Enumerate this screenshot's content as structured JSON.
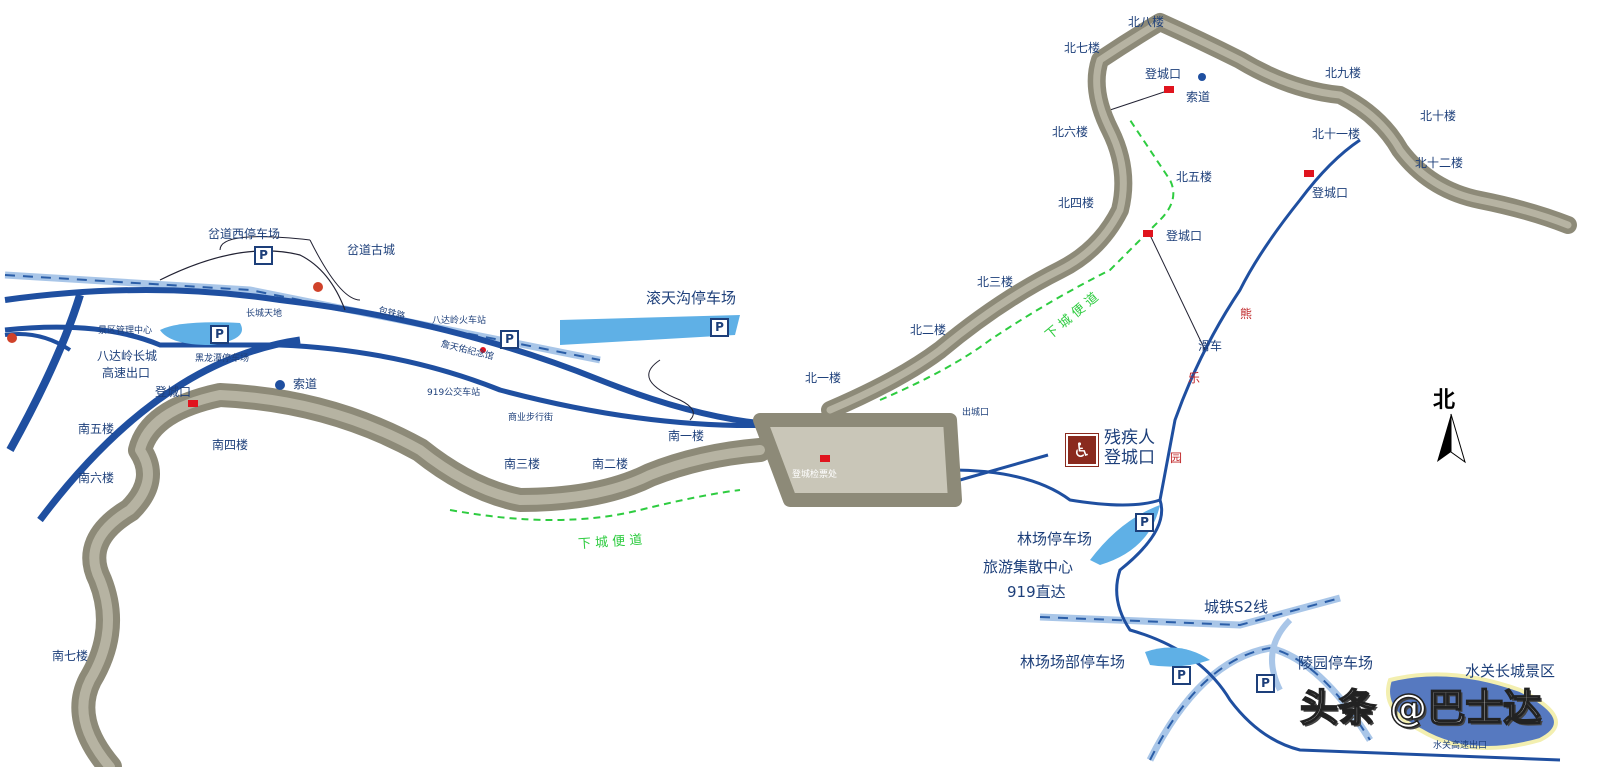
{
  "towers": {
    "north": [
      "北一楼",
      "北二楼",
      "北三楼",
      "北四楼",
      "北五楼",
      "北六楼",
      "北七楼",
      "北八楼",
      "北九楼",
      "北十楼",
      "北十一楼",
      "北十二楼"
    ],
    "south": [
      "南一楼",
      "南二楼",
      "南三楼",
      "南四楼",
      "南五楼",
      "南六楼",
      "南七楼"
    ]
  },
  "places": {
    "chadao_west_parking": "岔道西停车场",
    "chadao_old_town": "岔道古城",
    "railway": "包铁路",
    "badaling_station": "八达岭火车站",
    "zhan_tianyou": "詹天佑纪念馆",
    "greatwall_world": "长城天地",
    "scenic_mgmt": "景区管理中心",
    "heilongtan_parking": "黑龙潭停车场",
    "highway_exit": "八达岭长城\n高速出口",
    "highway_exit_l1": "八达岭长城",
    "highway_exit_l2": "高速出口",
    "bus_919": "919公交车站",
    "pedestrian_street": "商业步行街",
    "guntiangou_parking": "滚天沟停车场",
    "ticket_check": "登城检票处",
    "exit": "出城口",
    "disabled_entrance_l1": "残疾人",
    "disabled_entrance_l2": "登城口",
    "entrance": "登城口",
    "cableway": "索道",
    "slide": "滑车",
    "bear_park_1": "熊",
    "bear_park_2": "乐",
    "bear_park_3": "园",
    "downhill_path": "下 城 便 道",
    "forest_parking": "林场停车场",
    "tourist_center": "旅游集散中心",
    "direct_919": "919直达",
    "s2_line": "城铁S2线",
    "forest_hq_parking": "林场场部停车场",
    "lingyuan_parking": "陵园停车场",
    "shuiguan": "水关长城景区",
    "shuiguan_exit": "水关高速出口",
    "parking_sign": "P"
  },
  "compass": {
    "label": "北",
    "icon": "north-arrow-icon"
  },
  "watermark": "头条 @巴士达",
  "colors": {
    "road": "#1f4fa0",
    "rail": "#a9c6e8",
    "wall": "#8d8a78",
    "path": "#2ecc40",
    "lake": "#5fb0e6",
    "accent": "#e0141e"
  }
}
